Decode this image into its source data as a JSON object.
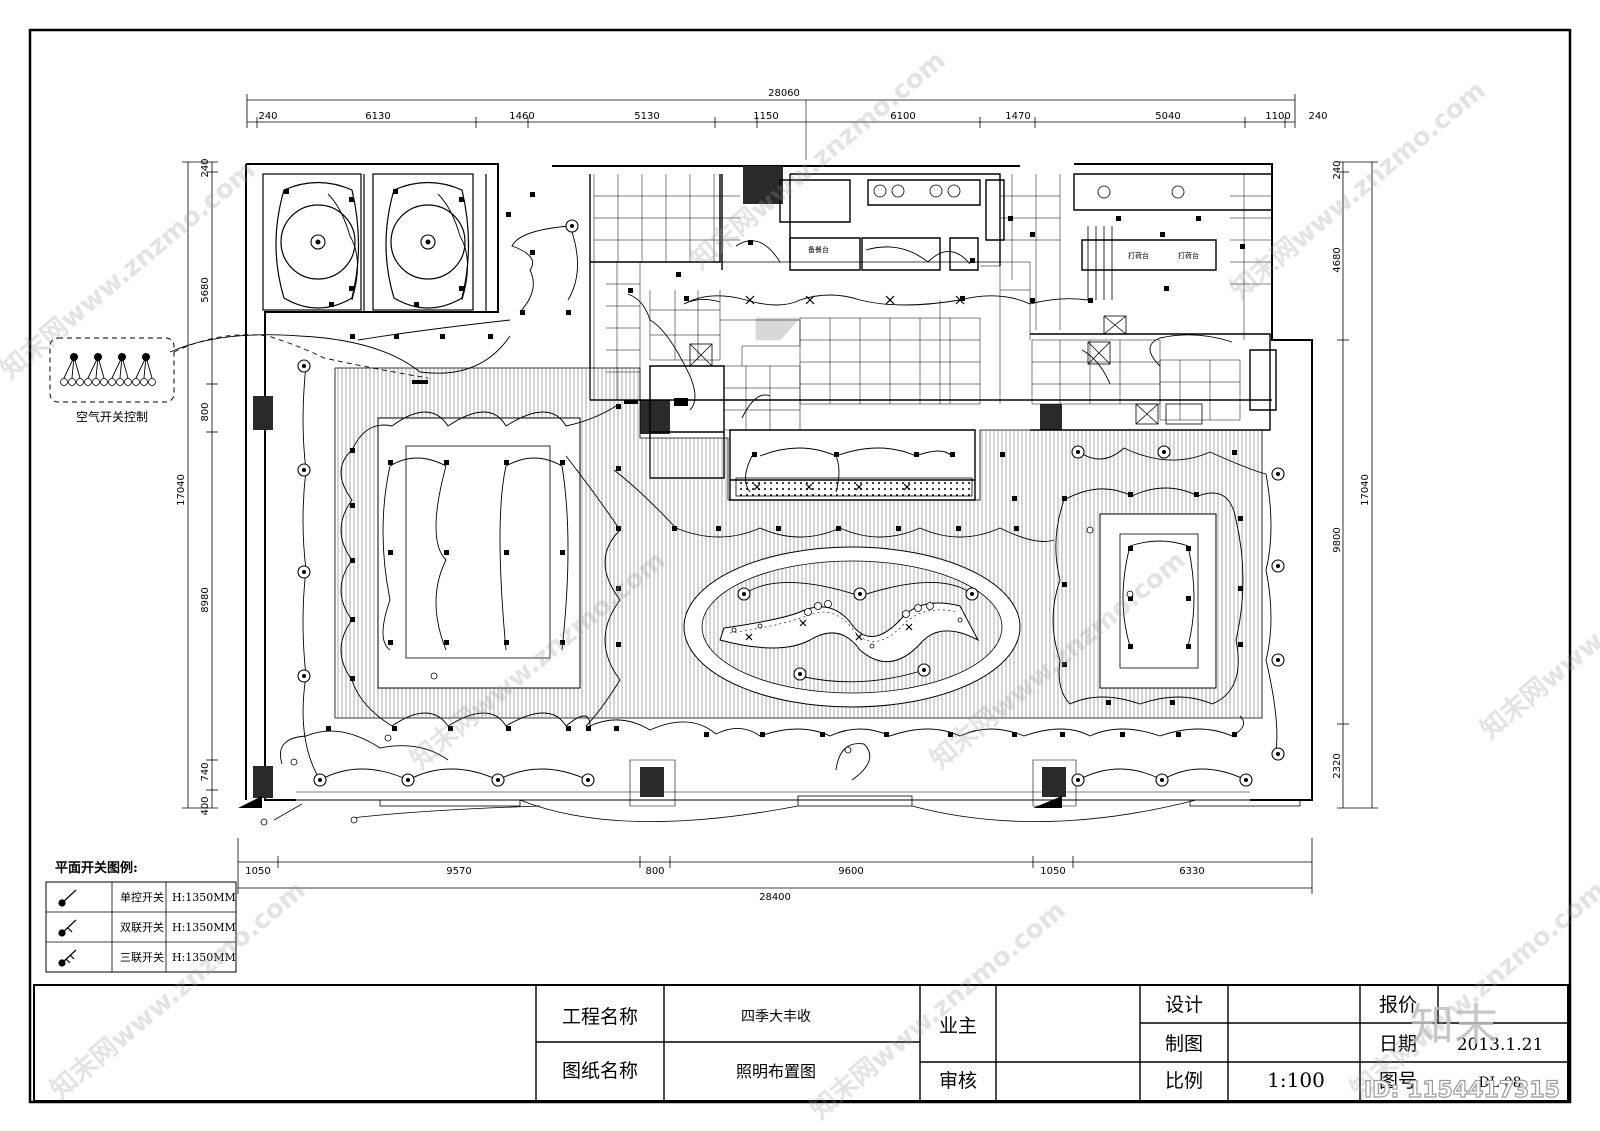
{
  "dimensions": {
    "total_top": "28060",
    "top": [
      "240",
      "6130",
      "1460",
      "5130",
      "1150",
      "6100",
      "1470",
      "5040",
      "1100",
      "240"
    ],
    "total_bottom": "28400",
    "bottom": [
      "1050",
      "9570",
      "800",
      "9600",
      "1050",
      "6330"
    ],
    "left": [
      "240",
      "5680",
      "800",
      "8980",
      "740",
      "400"
    ],
    "left_total": "17040",
    "right": [
      "240",
      "4680",
      "9800",
      "2320"
    ],
    "right_total": "17040"
  },
  "air_switch_label": "空气开关控制",
  "legend": {
    "title": "平面开关图例:",
    "rows": [
      {
        "name": "单控开关",
        "height": "H:1350MM"
      },
      {
        "name": "双联开关",
        "height": "H:1350MM"
      },
      {
        "name": "三联开关",
        "height": "H:1350MM"
      }
    ]
  },
  "room_labels": [
    "备餐台",
    "打荷台",
    "打荷台"
  ],
  "title_block": {
    "project_label": "工程名称",
    "project_value": "四季大丰收",
    "drawing_label": "图纸名称",
    "drawing_value": "照明布置图",
    "owner_label": "业主",
    "review_label": "审核",
    "design_label": "设计",
    "draw_label": "制图",
    "scale_label": "比例",
    "scale_value": "1:100",
    "quote_label": "报价",
    "date_label": "日期",
    "date_value": "2013.1.21",
    "number_label": "图号",
    "number_value": "DL-08"
  },
  "watermark": {
    "site": "znzmo.com",
    "site_text": "知末网www.znzmo.com",
    "brand": "知末",
    "id": "ID: 1154417315"
  }
}
